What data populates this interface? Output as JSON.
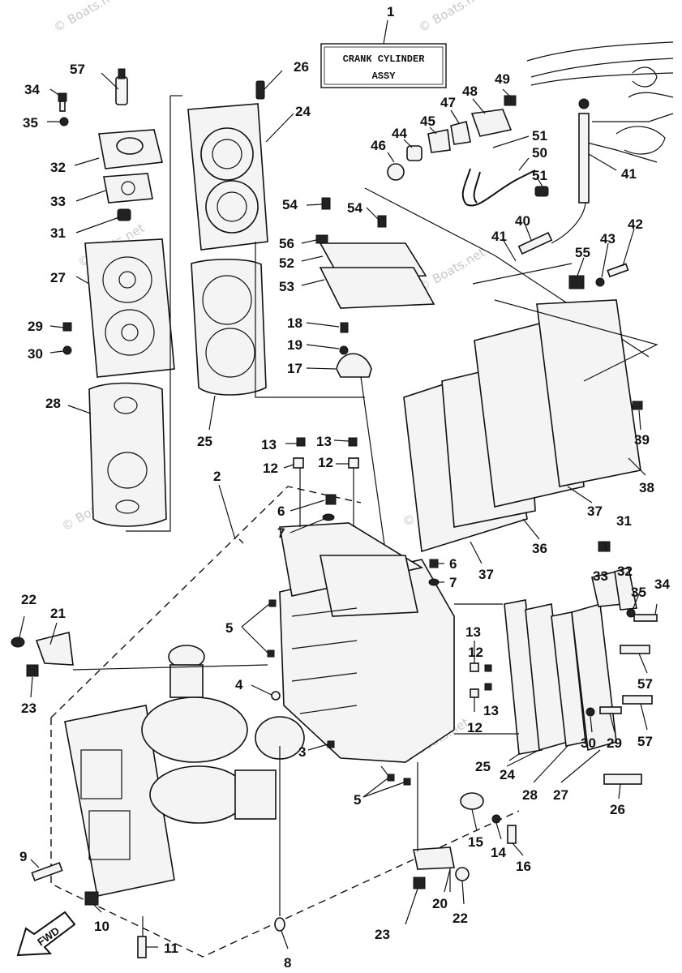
{
  "assembly_box": {
    "line1": "CRANK CYLINDER",
    "line2": "ASSY"
  },
  "fwd_label": "FWD",
  "watermark": "© Boats.net",
  "callouts": [
    {
      "id": "c1",
      "text": "1"
    },
    {
      "id": "c26a",
      "text": "26"
    },
    {
      "id": "c57a",
      "text": "57"
    },
    {
      "id": "c34a",
      "text": "34"
    },
    {
      "id": "c35a",
      "text": "35"
    },
    {
      "id": "c32a",
      "text": "32"
    },
    {
      "id": "c33a",
      "text": "33"
    },
    {
      "id": "c31a",
      "text": "31"
    },
    {
      "id": "c27a",
      "text": "27"
    },
    {
      "id": "c29a",
      "text": "29"
    },
    {
      "id": "c30a",
      "text": "30"
    },
    {
      "id": "c28a",
      "text": "28"
    },
    {
      "id": "c24a",
      "text": "24"
    },
    {
      "id": "c25a",
      "text": "25"
    },
    {
      "id": "c54a",
      "text": "54"
    },
    {
      "id": "c54b",
      "text": "54"
    },
    {
      "id": "c56",
      "text": "56"
    },
    {
      "id": "c52",
      "text": "52"
    },
    {
      "id": "c53",
      "text": "53"
    },
    {
      "id": "c18",
      "text": "18"
    },
    {
      "id": "c19",
      "text": "19"
    },
    {
      "id": "c17",
      "text": "17"
    },
    {
      "id": "c49",
      "text": "49"
    },
    {
      "id": "c48",
      "text": "48"
    },
    {
      "id": "c47",
      "text": "47"
    },
    {
      "id": "c45",
      "text": "45"
    },
    {
      "id": "c44",
      "text": "44"
    },
    {
      "id": "c46",
      "text": "46"
    },
    {
      "id": "c51a",
      "text": "51"
    },
    {
      "id": "c50",
      "text": "50"
    },
    {
      "id": "c51b",
      "text": "51"
    },
    {
      "id": "c41a",
      "text": "41"
    },
    {
      "id": "c40",
      "text": "40"
    },
    {
      "id": "c41b",
      "text": "41"
    },
    {
      "id": "c42",
      "text": "42"
    },
    {
      "id": "c43",
      "text": "43"
    },
    {
      "id": "c55",
      "text": "55"
    },
    {
      "id": "c39",
      "text": "39"
    },
    {
      "id": "c38",
      "text": "38"
    },
    {
      "id": "c37a",
      "text": "37"
    },
    {
      "id": "c36",
      "text": "36"
    },
    {
      "id": "c37b",
      "text": "37"
    },
    {
      "id": "c13a",
      "text": "13"
    },
    {
      "id": "c13b",
      "text": "13"
    },
    {
      "id": "c12a",
      "text": "12"
    },
    {
      "id": "c12b",
      "text": "12"
    },
    {
      "id": "c2",
      "text": "2"
    },
    {
      "id": "c6a",
      "text": "6"
    },
    {
      "id": "c7a",
      "text": "7"
    },
    {
      "id": "c6b",
      "text": "6"
    },
    {
      "id": "c7b",
      "text": "7"
    },
    {
      "id": "c22a",
      "text": "22"
    },
    {
      "id": "c21",
      "text": "21"
    },
    {
      "id": "c23a",
      "text": "23"
    },
    {
      "id": "c5a",
      "text": "5"
    },
    {
      "id": "c4",
      "text": "4"
    },
    {
      "id": "c3",
      "text": "3"
    },
    {
      "id": "c5b",
      "text": "5"
    },
    {
      "id": "c13c",
      "text": "13"
    },
    {
      "id": "c12c",
      "text": "12"
    },
    {
      "id": "c13d",
      "text": "13"
    },
    {
      "id": "c12d",
      "text": "12"
    },
    {
      "id": "c31b",
      "text": "31"
    },
    {
      "id": "c33b",
      "text": "33"
    },
    {
      "id": "c32b",
      "text": "32"
    },
    {
      "id": "c35b",
      "text": "35"
    },
    {
      "id": "c34b",
      "text": "34"
    },
    {
      "id": "c57b",
      "text": "57"
    },
    {
      "id": "c57c",
      "text": "57"
    },
    {
      "id": "c29b",
      "text": "29"
    },
    {
      "id": "c30b",
      "text": "30"
    },
    {
      "id": "c25b",
      "text": "25"
    },
    {
      "id": "c24b",
      "text": "24"
    },
    {
      "id": "c28b",
      "text": "28"
    },
    {
      "id": "c27b",
      "text": "27"
    },
    {
      "id": "c26b",
      "text": "26"
    },
    {
      "id": "c15",
      "text": "15"
    },
    {
      "id": "c14",
      "text": "14"
    },
    {
      "id": "c16",
      "text": "16"
    },
    {
      "id": "c9",
      "text": "9"
    },
    {
      "id": "c10",
      "text": "10"
    },
    {
      "id": "c11",
      "text": "11"
    },
    {
      "id": "c8",
      "text": "8"
    },
    {
      "id": "c23b",
      "text": "23"
    },
    {
      "id": "c20",
      "text": "20"
    },
    {
      "id": "c22b",
      "text": "22"
    }
  ]
}
